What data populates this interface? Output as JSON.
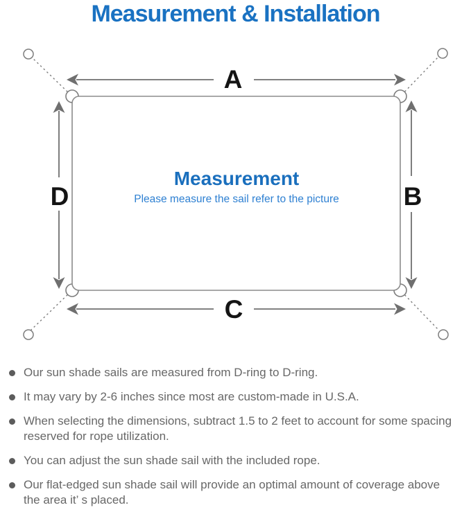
{
  "title": "Measurement & Installation",
  "diagram": {
    "labels": {
      "top": "A",
      "right": "B",
      "bottom": "C",
      "left": "D"
    },
    "center": {
      "heading": "Measurement",
      "subheading": "Please measure the sail refer to the picture"
    },
    "icons": {
      "corner_ring": "d-ring",
      "anchor_point": "open-circle",
      "rope": "dashed-line",
      "dimension": "double-headed-arrow",
      "bullet": "filled-circle"
    }
  },
  "bullets": {
    "items": [
      {
        "lines": [
          "Our sun shade sails are measured from D-ring to D-ring."
        ]
      },
      {
        "lines": [
          "It may vary by 2-6 inches since most are custom-made in U.S.A."
        ]
      },
      {
        "lines": [
          "When selecting the dimensions, subtract 1.5 to 2 feet to account for some spacing",
          "reserved for rope utilization."
        ]
      },
      {
        "lines": [
          "You can adjust the sun shade sail with the included rope."
        ]
      },
      {
        "lines": [
          "Our flat-edged sun shade sail will provide an optimal amount of coverage above",
          "the area it’ s placed."
        ]
      }
    ]
  },
  "colors": {
    "title_blue": "#1a72c2",
    "heading_blue": "#1a6fbd",
    "subheading_blue": "#2e80d2",
    "diagram_gray": "#7d7d7d",
    "arrow_gray": "#6f6f6f",
    "label_black": "#141414",
    "text_gray": "#676767"
  }
}
